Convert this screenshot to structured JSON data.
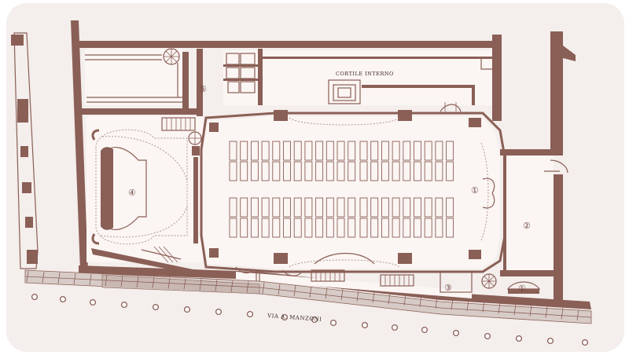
{
  "labels": {
    "street": "VIA A. MANZONI",
    "courtyard": "CORTILE INTERNO"
  },
  "rooms": [
    {
      "id": "1a",
      "num": "①"
    },
    {
      "id": "1b",
      "num": "①"
    },
    {
      "id": "2",
      "num": "②"
    },
    {
      "id": "3",
      "num": "③"
    },
    {
      "id": "4",
      "num": "④"
    },
    {
      "id": "5",
      "num": "⑤"
    }
  ],
  "colors": {
    "wall": "#8a5f56",
    "floor": "#fbf5f3",
    "background": "#f4eeec"
  }
}
